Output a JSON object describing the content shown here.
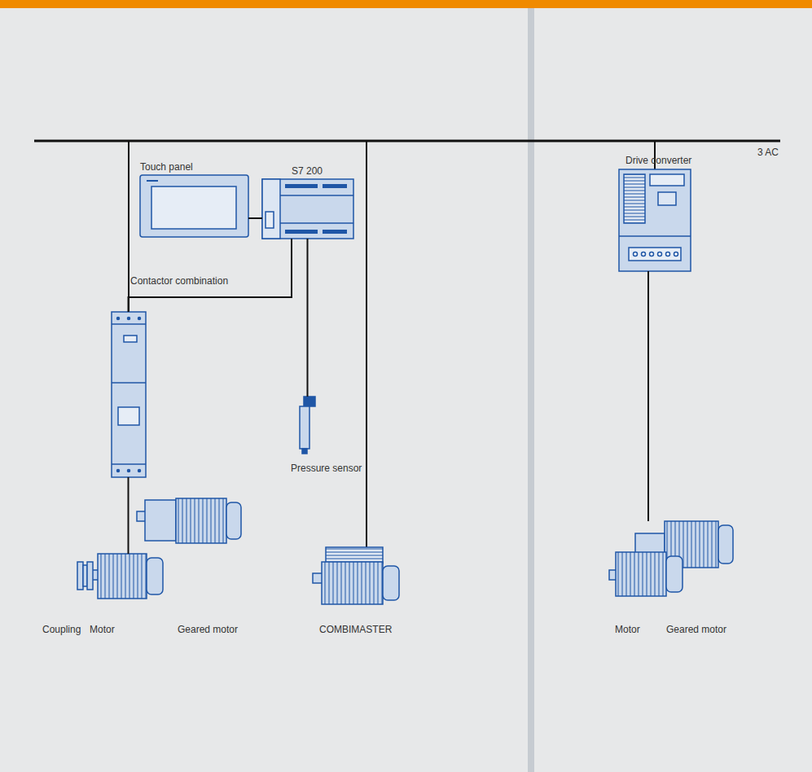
{
  "diagram": {
    "nodes": [
      {
        "text": [
          "Touch panel"
        ]
      },
      {
        "text": [
          "S7 200"
        ]
      },
      {
        "text": [
          "Drive converter"
        ]
      },
      {
        "text": [
          "Contactor combination"
        ]
      },
      {
        "text": [
          "Pressure sensor"
        ]
      },
      {
        "text": [
          "Coupling"
        ]
      },
      {
        "text": [
          "Motor"
        ]
      },
      {
        "text": [
          "Geared motor"
        ]
      },
      {
        "text": [
          "COMBIMASTER"
        ]
      },
      {
        "text": [
          "Motor"
        ]
      },
      {
        "text": [
          "Geared motor"
        ]
      }
    ],
    "edges": [
      {
        "from": 0,
        "to": 1,
        "arrow": "none"
      },
      {
        "from": 1,
        "to": 3,
        "arrow": "none"
      },
      {
        "from": 1,
        "to": 4,
        "arrow": "none"
      },
      {
        "from": 3,
        "to": 6,
        "arrow": "none"
      },
      {
        "from": 2,
        "to": 10,
        "arrow": "none"
      }
    ],
    "labels": [
      "3 AC"
    ]
  }
}
